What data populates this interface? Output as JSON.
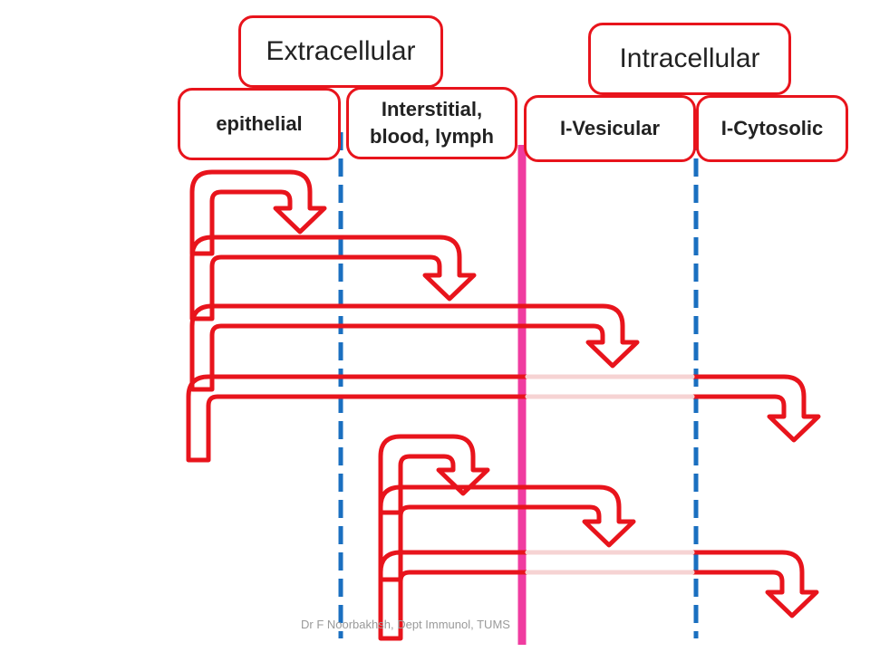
{
  "headers": {
    "extracellular": "Extracellular",
    "intracellular": "Intracellular"
  },
  "compartments": {
    "epithelial": "epithelial",
    "interstitial_line1": "Interstitial,",
    "interstitial_line2": "blood, lymph",
    "vesicular": "I-Vesicular",
    "cytosolic": "I-Cytosolic"
  },
  "footer": "Dr F Noorbakhsh, Dept Immunol, TUMS",
  "colors": {
    "arrow": "#e8141c",
    "arrow_faded": "#f6d3d3",
    "boundary_dashed": "#1a6fc0",
    "membrane": "#f03ca0",
    "box_border": "#e8141c"
  }
}
